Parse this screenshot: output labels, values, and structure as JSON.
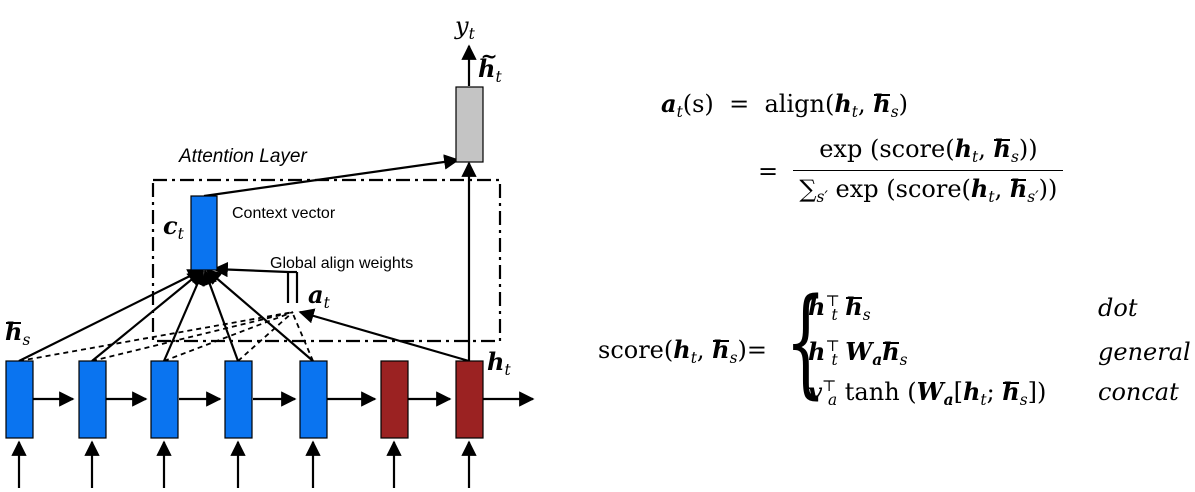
{
  "diagram": {
    "attention_layer_label": "Attention Layer",
    "context_vector_label": "Context vector",
    "global_align_label": "Global align weights",
    "math_labels": {
      "output": "y",
      "output_sub": "t",
      "attentional_hidden": "h",
      "attentional_hidden_sub": "t",
      "context": "c",
      "context_sub": "t",
      "align": "a",
      "align_sub": "t",
      "source_hidden": "h",
      "source_hidden_sub": "s",
      "target_hidden": "h",
      "target_hidden_sub": "t"
    },
    "colors": {
      "source_state": "#0a74f0",
      "target_state": "#9b2222",
      "attentional_state": "#c4c4c4",
      "line": "#000000"
    }
  },
  "equations": {
    "align": {
      "lhs_fn": "a",
      "lhs_sub": "t",
      "lhs_arg": "(s)",
      "eq1": "=",
      "rhs_fn": "align",
      "eq2": "=",
      "num_fn": "exp",
      "num_inner": "score",
      "den_sum": "∑",
      "den_sum_sub": "s′",
      "den_fn": "exp",
      "den_inner": "score"
    },
    "score": {
      "lhs_fn": "score",
      "eq": "=",
      "brace": "{",
      "cases": [
        {
          "name": "dot"
        },
        {
          "name": "general"
        },
        {
          "name": "concat"
        }
      ],
      "tanh": "tanh",
      "transpose": "⊤"
    }
  }
}
